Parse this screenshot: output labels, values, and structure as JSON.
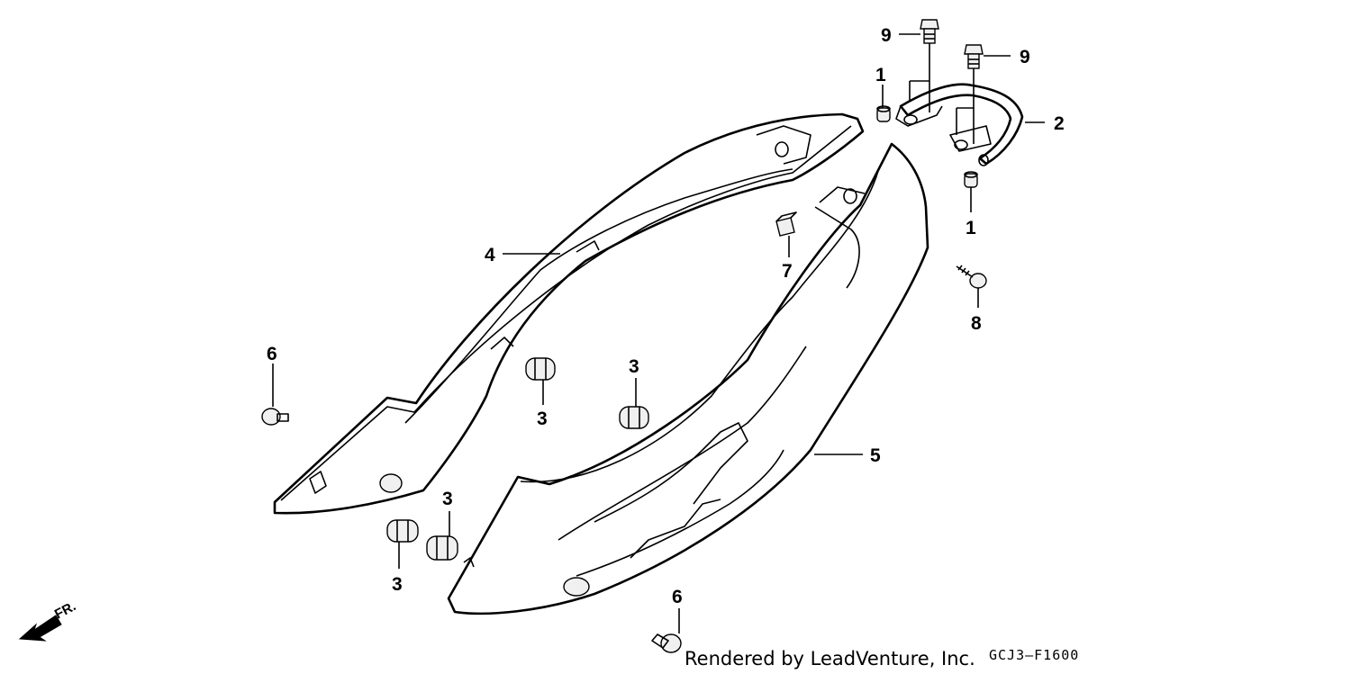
{
  "callouts": [
    {
      "id": "c1a",
      "label": "1"
    },
    {
      "id": "c1b",
      "label": "1"
    },
    {
      "id": "c2",
      "label": "2"
    },
    {
      "id": "c3a",
      "label": "3"
    },
    {
      "id": "c3b",
      "label": "3"
    },
    {
      "id": "c3c",
      "label": "3"
    },
    {
      "id": "c3d",
      "label": "3"
    },
    {
      "id": "c4",
      "label": "4"
    },
    {
      "id": "c5",
      "label": "5"
    },
    {
      "id": "c6a",
      "label": "6"
    },
    {
      "id": "c6b",
      "label": "6"
    },
    {
      "id": "c7",
      "label": "7"
    },
    {
      "id": "c8",
      "label": "8"
    },
    {
      "id": "c9a",
      "label": "9"
    },
    {
      "id": "c9b",
      "label": "9"
    }
  ],
  "footer": {
    "credit": "Rendered by LeadVenture, Inc.",
    "diagram_code": "GCJ3–F1600",
    "direction_label": "FR."
  }
}
